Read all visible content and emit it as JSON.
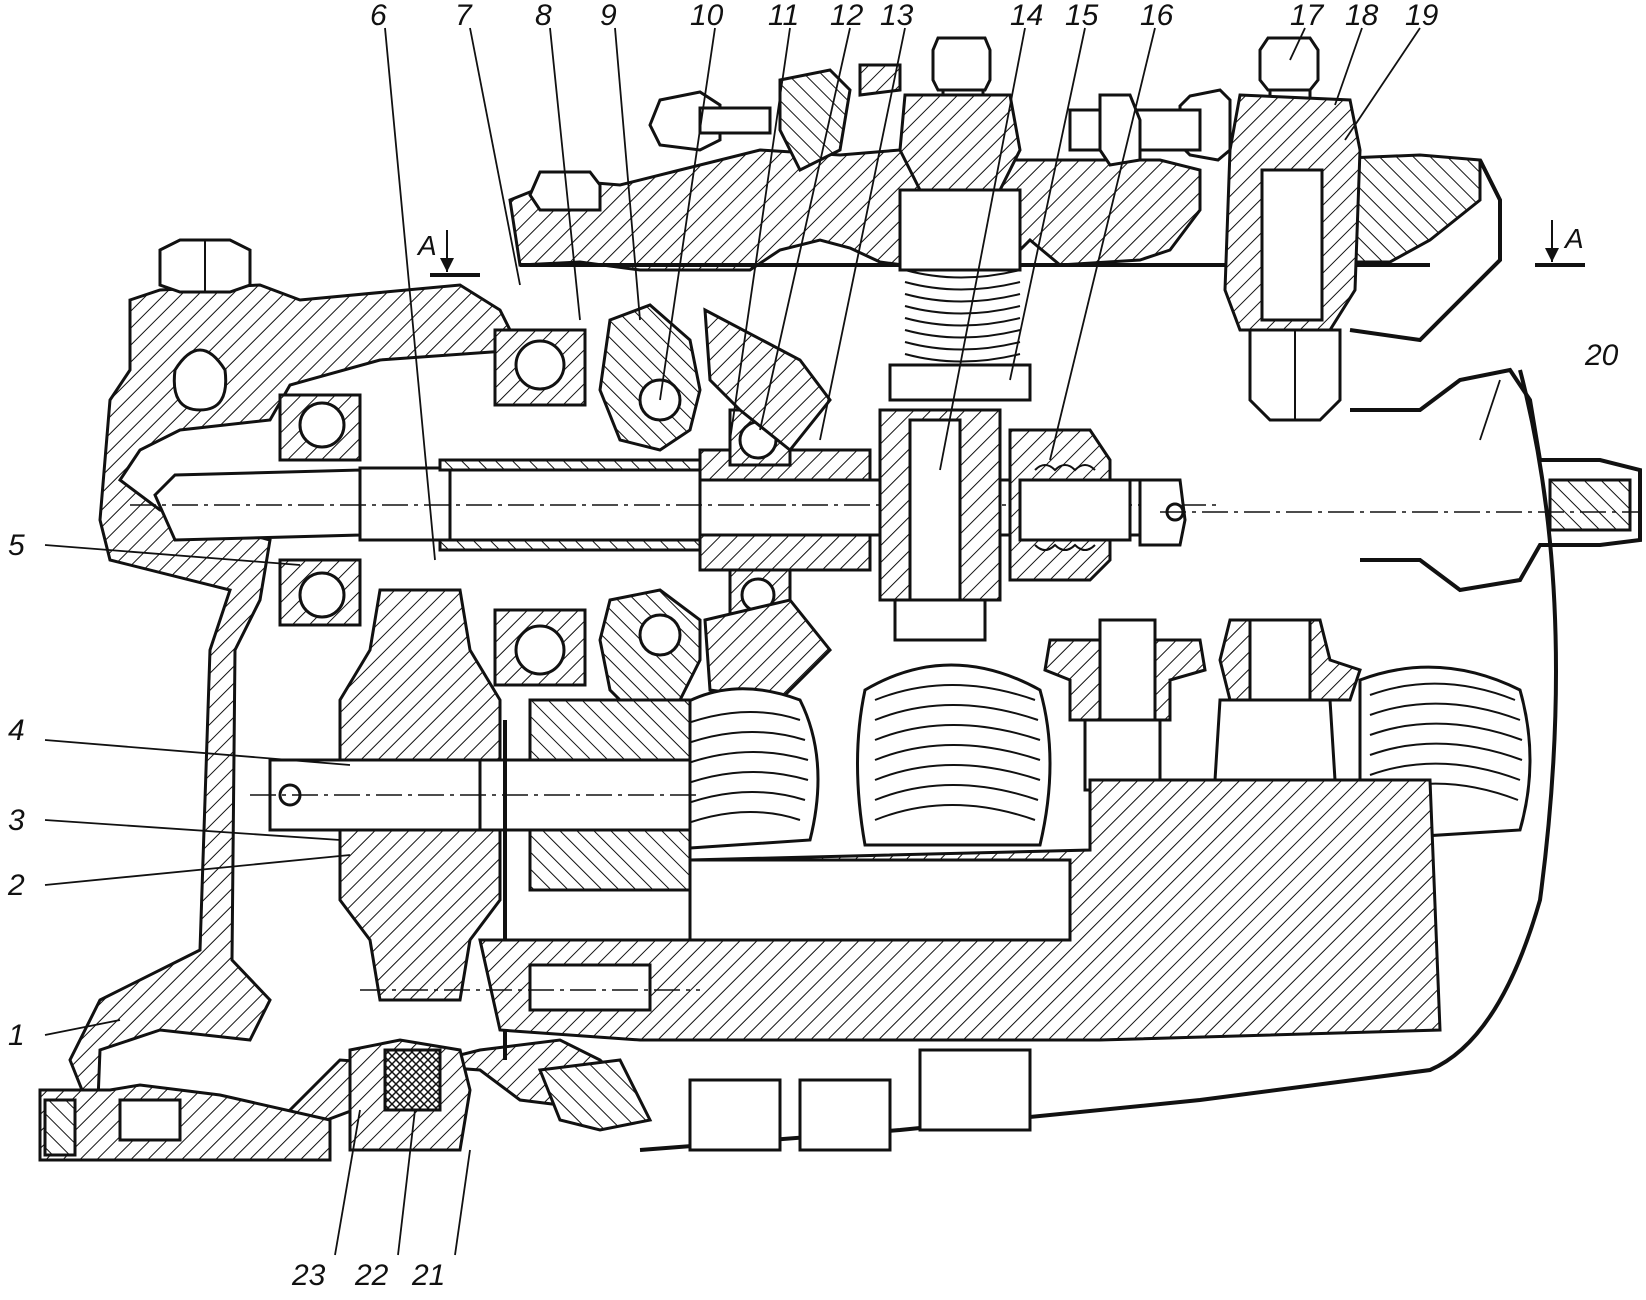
{
  "labels": {
    "l1": "1",
    "l2": "2",
    "l3": "3",
    "l4": "4",
    "l5": "5",
    "l6": "6",
    "l7": "7",
    "l8": "8",
    "l9": "9",
    "l10": "10",
    "l11": "11",
    "l12": "12",
    "l13": "13",
    "l14": "14",
    "l15": "15",
    "l16": "16",
    "l17": "17",
    "l18": "18",
    "l19": "19",
    "l20": "20",
    "l21": "21",
    "l22": "22",
    "l23": "23"
  },
  "section_marks": {
    "left": "A",
    "right": "A"
  },
  "colors": {
    "ink": "#111111",
    "paper": "#ffffff"
  }
}
